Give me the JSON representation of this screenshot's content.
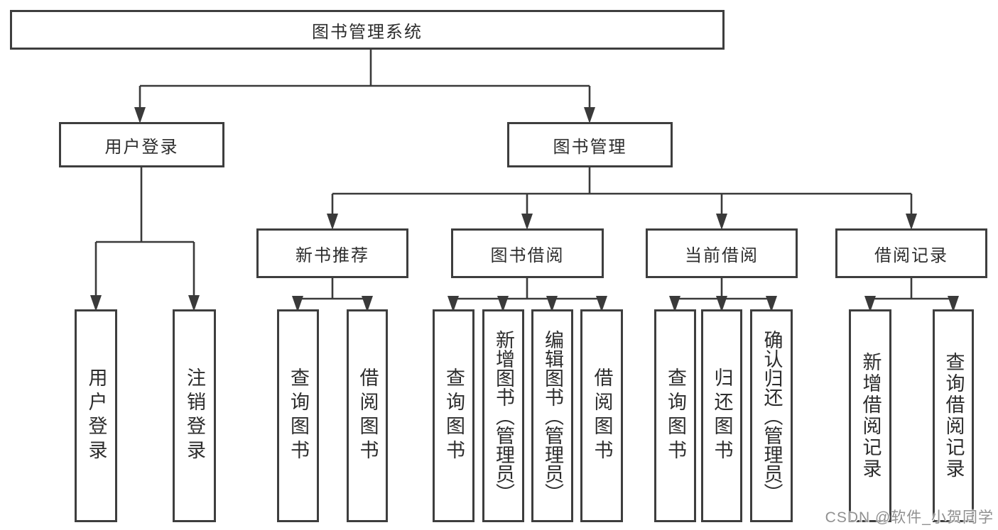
{
  "diagram": {
    "root": {
      "label": "图书管理系统"
    },
    "branches": [
      {
        "label": "用户登录",
        "children": [
          {
            "label": "用户登录"
          },
          {
            "label": "注销登录"
          }
        ]
      },
      {
        "label": "图书管理",
        "children": [
          {
            "label": "新书推荐",
            "children": [
              {
                "label": "查询图书"
              },
              {
                "label": "借阅图书"
              }
            ]
          },
          {
            "label": "图书借阅",
            "children": [
              {
                "label": "查询图书"
              },
              {
                "label": "新增图书（管理员）"
              },
              {
                "label": "编辑图书（管理员）"
              },
              {
                "label": "借阅图书"
              }
            ]
          },
          {
            "label": "当前借阅",
            "children": [
              {
                "label": "查询图书"
              },
              {
                "label": "归还图书"
              },
              {
                "label": "确认归还（管理员）"
              }
            ]
          },
          {
            "label": "借阅记录",
            "children": [
              {
                "label": "新增借阅记录"
              },
              {
                "label": "查询借阅记录"
              }
            ]
          }
        ]
      }
    ]
  },
  "watermark": {
    "text": "CSDN @软件_小贺同学"
  },
  "colors": {
    "line": "#3a3a3a",
    "border": "#3e3e3e",
    "text": "#2d2d2d",
    "background": "#ffffff",
    "watermark": "#909090"
  }
}
